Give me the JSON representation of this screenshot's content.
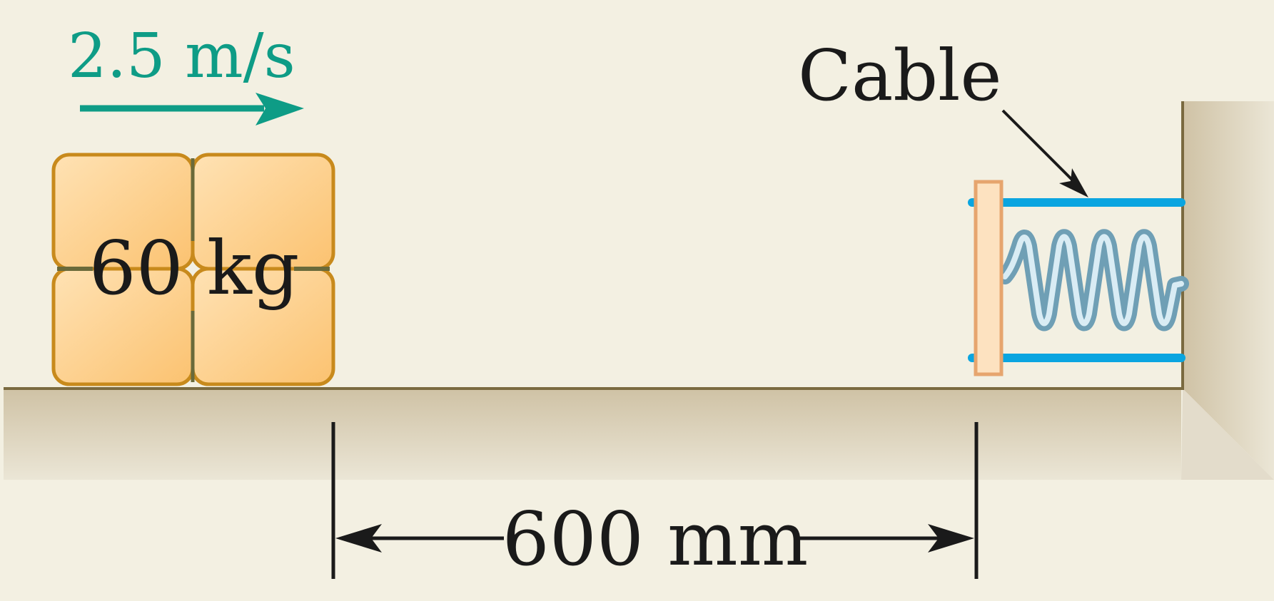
{
  "labels": {
    "velocity": "2.5 m/s",
    "mass": "60 kg",
    "cable": "Cable",
    "distance": "600 mm"
  },
  "colors": {
    "background": "#f3f0e2",
    "velocity": "#0e9c86",
    "box_fill": "#fbc87a",
    "box_stroke": "#c88a1c",
    "box_seam": "#6a6a3a",
    "cable": "#0aa5e0",
    "spring": "#a8cfe0",
    "plate_fill": "#fde2c0",
    "plate_stroke": "#e6a56e",
    "ground_top": "#d6cab0",
    "ground_bottom": "#e8e2d1",
    "ground_edge": "#7a6a40",
    "ink": "#1a1a1a"
  },
  "icons": {
    "velocity_arrow": "right-arrow",
    "cable_pointer": "diagonal-arrow",
    "dimension": "double-headed-arrow"
  }
}
